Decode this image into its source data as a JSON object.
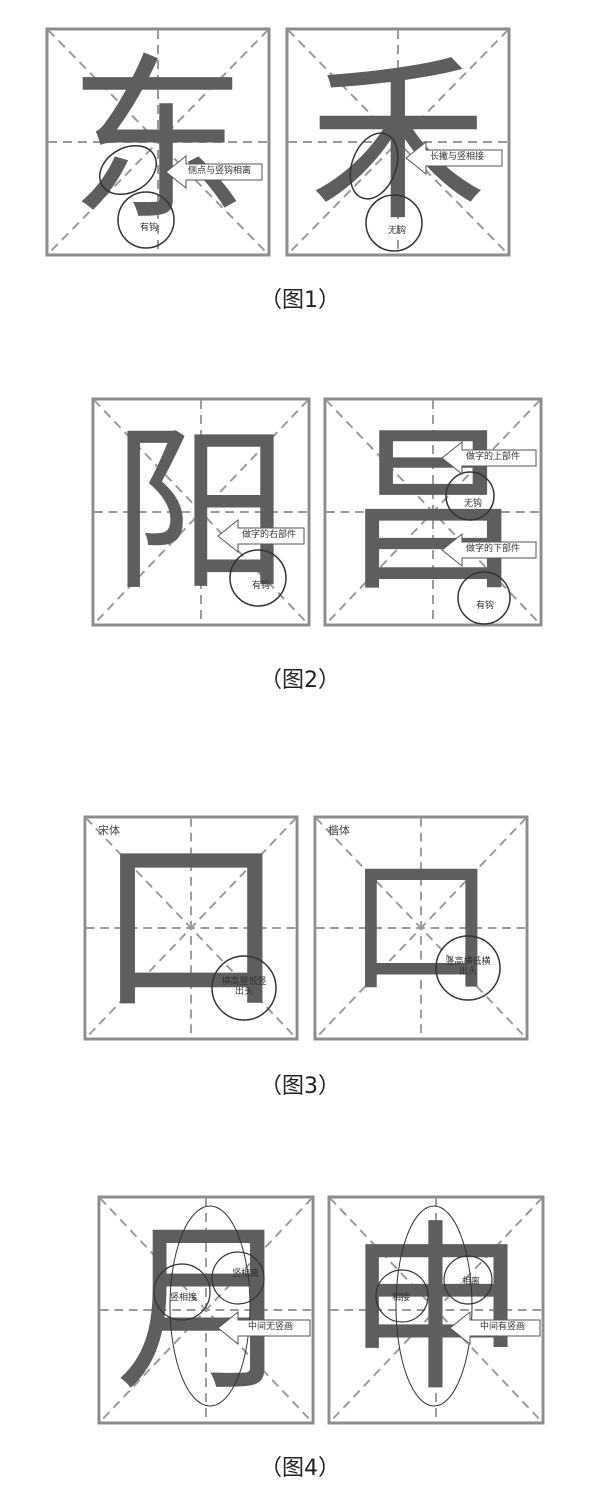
{
  "figures": [
    {
      "caption": "（图1）",
      "boxes": [
        {
          "char": "东",
          "callout": "侧点与竖钩相离",
          "note": "有钩"
        },
        {
          "char": "禾",
          "callout": "长撇与竖相接",
          "note": "无钩"
        }
      ]
    },
    {
      "caption": "（图2）",
      "boxes": [
        {
          "char": "阳",
          "callout": "做字的右部件",
          "note": "有钩"
        },
        {
          "char": "昌",
          "callout_top": "做字的上部件",
          "note_top": "无钩",
          "callout_bottom": "做字的下部件",
          "note_bottom": "有钩"
        }
      ]
    },
    {
      "caption": "（图3）",
      "boxes": [
        {
          "style": "宋体",
          "char": "口",
          "note": "横高竖低竖出头"
        },
        {
          "style": "楷体",
          "char": "口",
          "note": "竖高横低横出头"
        }
      ]
    },
    {
      "caption": "（图4）",
      "boxes": [
        {
          "char": "月",
          "note_left": "竖相接",
          "note_right": "竖相离",
          "callout": "中间无竖画"
        },
        {
          "char": "申",
          "note_left": "相接",
          "note_right": "相离",
          "callout": "中间有竖画"
        }
      ]
    }
  ],
  "colors": {
    "grid_border": "#8c8c8c",
    "grid_dash": "#9a9a9a",
    "stroke": "#5e5e5e"
  }
}
